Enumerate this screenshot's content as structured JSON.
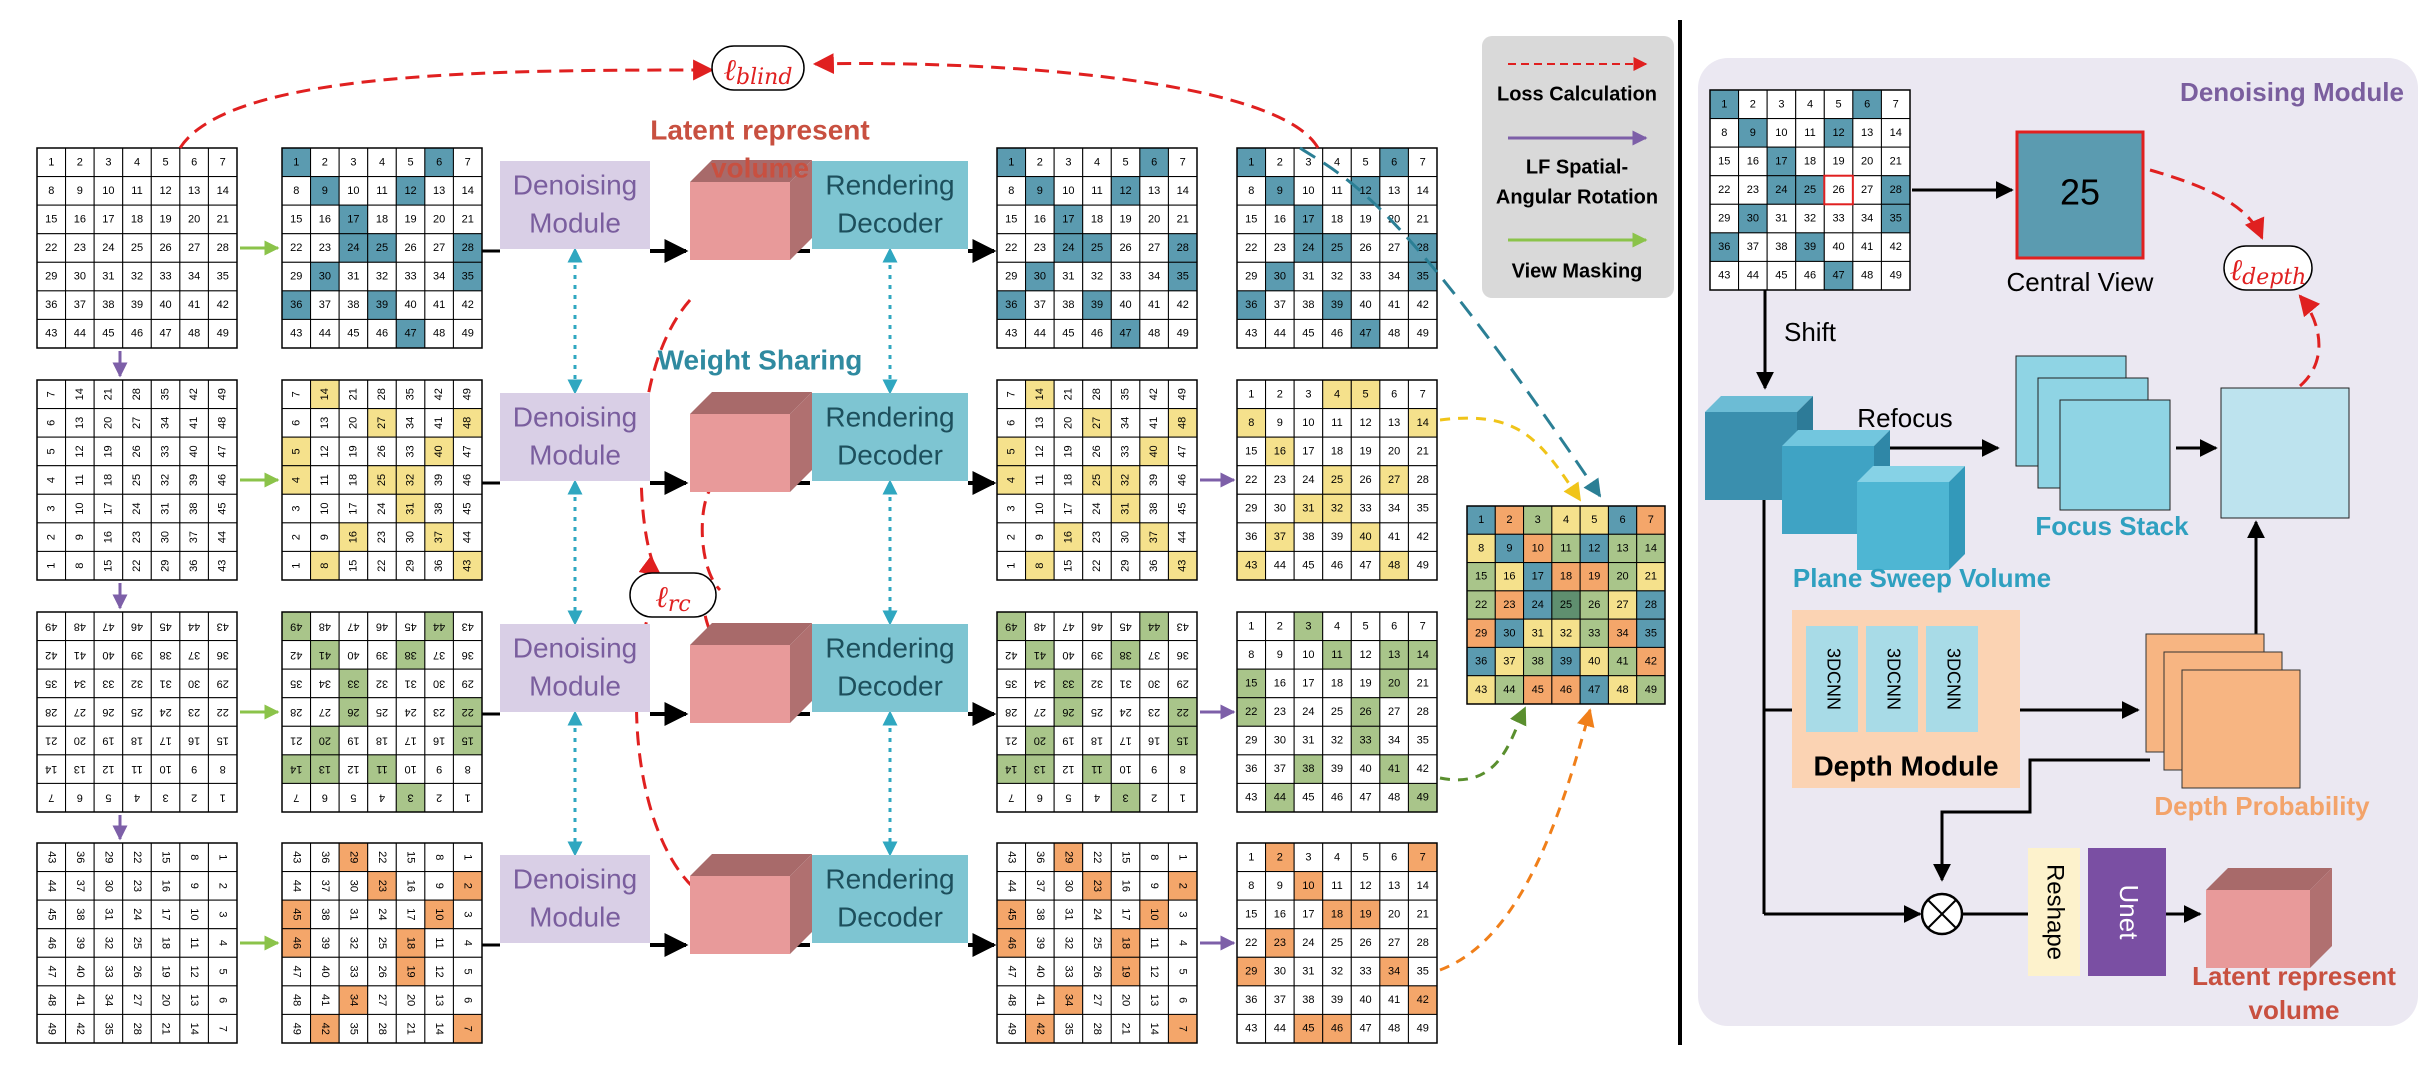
{
  "legend": {
    "loss": "Loss Calculation",
    "rotation_line1": "LF Spatial-",
    "rotation_line2": "Angular Rotation",
    "masking": "View Masking"
  },
  "pipeline": {
    "denoise_line1": "Denoising",
    "denoise_line2": "Module",
    "render_line1": "Rendering",
    "render_line2": "Decoder",
    "latent_line1": "Latent represent",
    "latent_line2": "volume",
    "weight_sharing": "Weight Sharing",
    "loss_blind_main": "ℓ",
    "loss_blind_sub": "blind",
    "loss_rc_main": "ℓ",
    "loss_rc_sub": "rc"
  },
  "module": {
    "title": "Denoising  Module",
    "central_value": "25",
    "central_label": "Central View",
    "shift": "Shift",
    "refocus": "Refocus",
    "focus_stack": "Focus Stack",
    "psv": "Plane Sweep Volume",
    "cnn": [
      "3DCNN",
      "3DCNN",
      "3DCNN"
    ],
    "depth_module": "Depth Module",
    "depth_prob": "Depth Probability",
    "reshape": "Reshape",
    "unet": "Unet",
    "latent_line1": "Latent represent",
    "latent_line2": "volume",
    "loss_depth_main": "ℓ",
    "loss_depth_sub": "depth"
  },
  "grid_numbers": [
    1,
    2,
    3,
    4,
    5,
    6,
    7,
    8,
    9,
    10,
    11,
    12,
    13,
    14,
    15,
    16,
    17,
    18,
    19,
    20,
    21,
    22,
    23,
    24,
    25,
    26,
    27,
    28,
    29,
    30,
    31,
    32,
    33,
    34,
    35,
    36,
    37,
    38,
    39,
    40,
    41,
    42,
    43,
    44,
    45,
    46,
    47,
    48,
    49
  ],
  "colors": {
    "blue": "#5b9bb0",
    "yellow": "#f5e18c",
    "green": "#a9c58a",
    "orange": "#f4a66a",
    "denoise": "#d9cfe6",
    "render": "#7ec5d2",
    "legend_bg": "#d9d9d9",
    "module_bg": "#ebe8f2",
    "loss": "#e02020",
    "rotate_arrow": "#7d5fa8",
    "mask_arrow": "#8bc34a",
    "title_red": "#c85040",
    "weight_blue": "#2f8aa0",
    "depth_prob": "#f3a36a",
    "focus": "#2fa0c0",
    "unet": "#7a4fa3",
    "reshape": "#fdf2cc"
  }
}
